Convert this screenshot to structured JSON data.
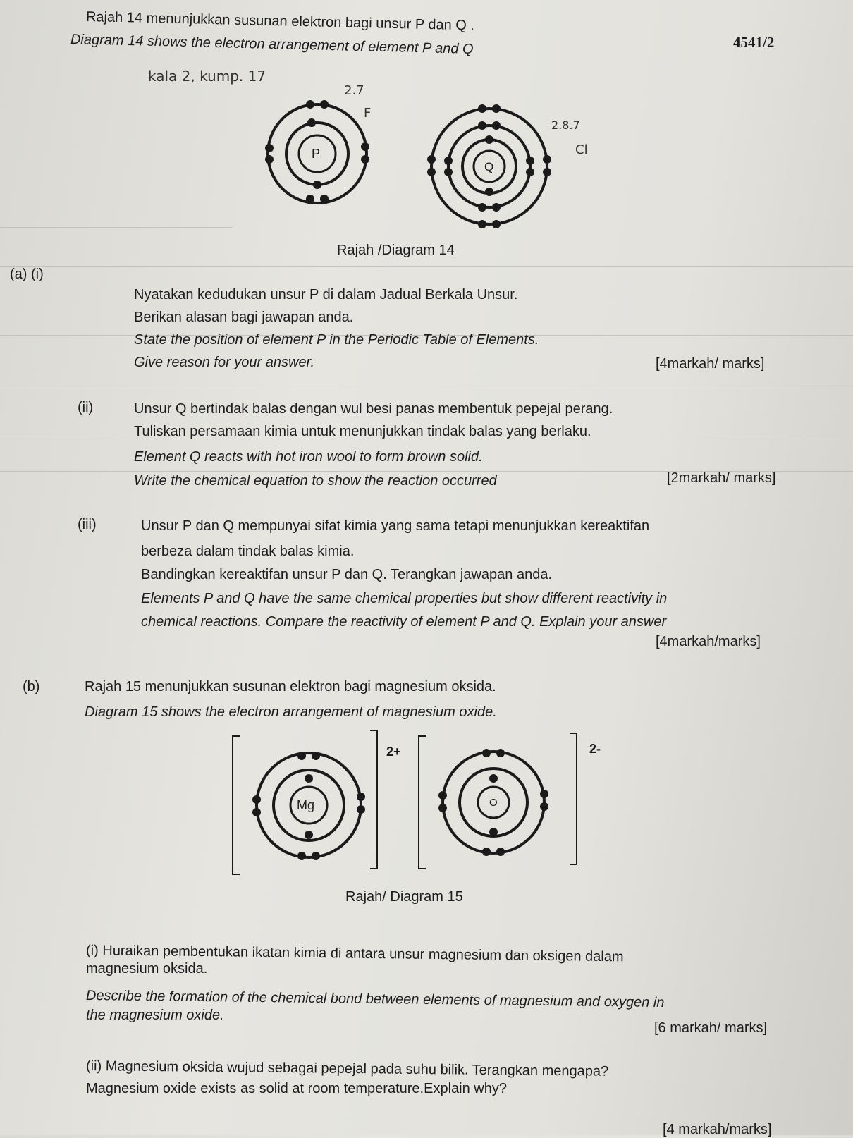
{
  "header": {
    "paper_code": "4541/2",
    "intro_ms": "Rajah 14 menunjukkan susunan elektron bagi unsur P dan Q .",
    "intro_en": "Diagram 14 shows the electron arrangement of element P and Q"
  },
  "handwritten": {
    "note1": "kala 2, kump. 17",
    "p_config": "2.7",
    "p_symbol": "F",
    "q_config": "2.8.7",
    "q_symbol": "Cl"
  },
  "diagram14": {
    "atom_p_label": "P",
    "atom_q_label": "Q",
    "caption": "Rajah /Diagram 14"
  },
  "q_a": {
    "label": "(a) (i)",
    "i_ms_1": "Nyatakan kedudukan unsur P di dalam Jadual Berkala Unsur.",
    "i_ms_2": "Berikan alasan bagi jawapan anda.",
    "i_en_1": "State the position of element P in the Periodic Table of Elements.",
    "i_en_2": "Give reason for your answer.",
    "i_marks": "[4markah/ marks]",
    "ii_label": "(ii)",
    "ii_ms_1": "Unsur Q bertindak balas dengan wul besi panas membentuk pepejal perang.",
    "ii_ms_2": "Tuliskan persamaan kimia untuk menunjukkan tindak balas yang berlaku.",
    "ii_en_1": "Element Q reacts with hot iron wool to form brown solid.",
    "ii_en_2": "Write the chemical equation to show the reaction occurred",
    "ii_marks": "[2markah/ marks]",
    "iii_label": "(iii)",
    "iii_ms_1": "Unsur P dan Q mempunyai sifat kimia yang sama tetapi menunjukkan kereaktifan",
    "iii_ms_2": "berbeza dalam tindak balas kimia.",
    "iii_ms_3": "Bandingkan kereaktifan unsur P dan Q. Terangkan jawapan anda.",
    "iii_en_1": "Elements P and Q have the same chemical properties but show different reactivity in",
    "iii_en_2": "chemical reactions. Compare the reactivity of element P and Q. Explain your answer",
    "iii_marks": "[4markah/marks]"
  },
  "q_b": {
    "label": "(b)",
    "ms": "Rajah 15 menunjukkan susunan elektron bagi magnesium oksida.",
    "en": "Diagram 15 shows the electron arrangement of magnesium oxide.",
    "mg_label": "Mg",
    "mg_charge": "2+",
    "o_label": "O",
    "o_charge": "2-",
    "caption": "Rajah/ Diagram 15",
    "i_ms_1": "(i) Huraikan pembentukan ikatan kimia di antara unsur magnesium dan oksigen dalam",
    "i_ms_2": "magnesium oksida.",
    "i_en_1": "Describe the formation of the chemical bond between elements of magnesium and oxygen in",
    "i_en_2": "the magnesium oxide.",
    "i_marks": "[6 markah/ marks]",
    "ii_ms": "(ii) Magnesium oksida wujud sebagai pepejal pada suhu bilik.  Terangkan mengapa?",
    "ii_en": "Magnesium oxide exists as solid at room temperature.Explain why?",
    "ii_marks": "[4 markah/marks]"
  }
}
